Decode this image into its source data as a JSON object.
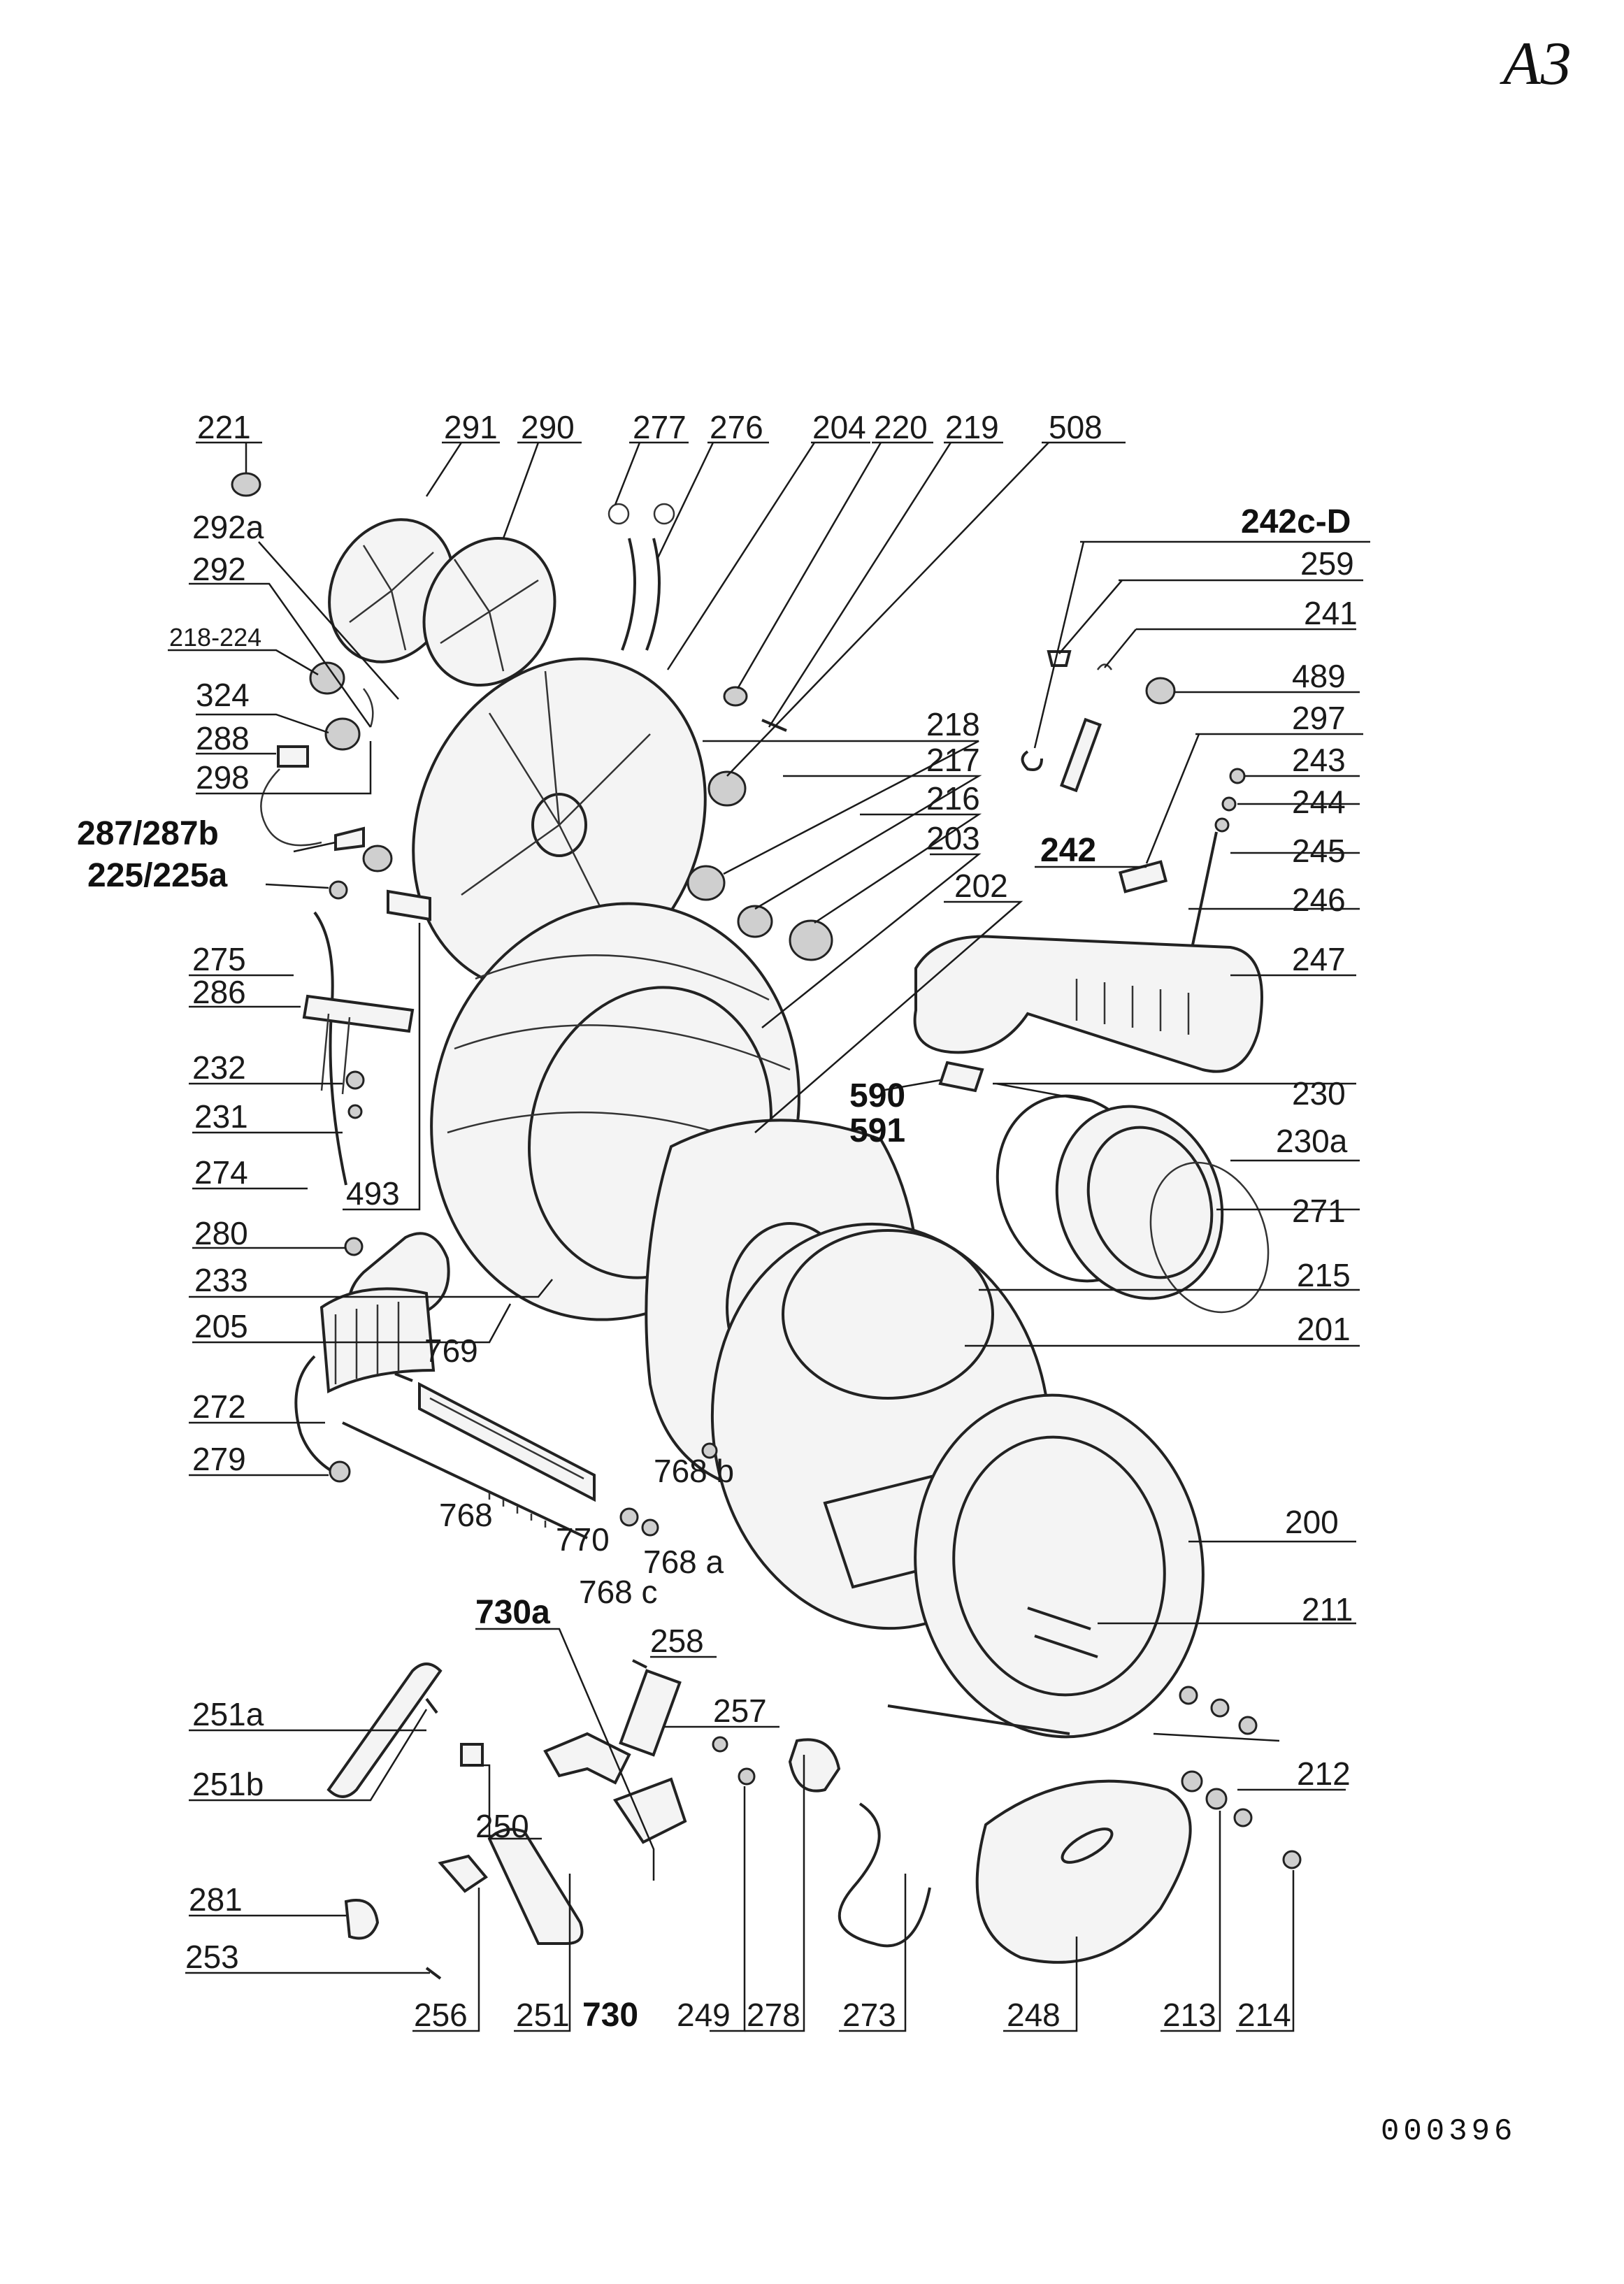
{
  "sheet_id": "A3",
  "drawing_number": "000396",
  "labels": {
    "l221": "221",
    "l291": "291",
    "l290": "290",
    "l277": "277",
    "l276": "276",
    "l204": "204",
    "l220": "220",
    "l219": "219",
    "l508": "508",
    "l242cd": "242c-D",
    "l259": "259",
    "l241": "241",
    "l489": "489",
    "l297": "297",
    "l243": "243",
    "l244": "244",
    "l245": "245",
    "l246": "246",
    "l247": "247",
    "l292a": "292a",
    "l292": "292",
    "l218_224": "218-224",
    "l324": "324",
    "l288": "288",
    "l298": "298",
    "l287": "287/287b",
    "l225": "225/225a",
    "l218": "218",
    "l217": "217",
    "l216": "216",
    "l203": "203",
    "l202": "202",
    "l242": "242",
    "l275": "275",
    "l286": "286",
    "l232": "232",
    "l231": "231",
    "l274": "274",
    "l493": "493",
    "l590": "590",
    "l591": "591",
    "l230": "230",
    "l230a": "230a",
    "l271": "271",
    "l215": "215",
    "l201": "201",
    "l280": "280",
    "l233": "233",
    "l205": "205",
    "l769": "769",
    "l272": "272",
    "l279": "279",
    "l768": "768",
    "l770": "770",
    "l768b": "768 b",
    "l768a": "768 a",
    "l768c": "768 c",
    "l200": "200",
    "l211": "211",
    "l730a": "730a",
    "l258": "258",
    "l257": "257",
    "l251a": "251a",
    "l251b": "251b",
    "l250": "250",
    "l212": "212",
    "l281": "281",
    "l253": "253",
    "l256": "256",
    "l251": "251",
    "l730": "730",
    "l249": "249",
    "l278": "278",
    "l273": "273",
    "l248": "248",
    "l213": "213",
    "l214": "214"
  }
}
